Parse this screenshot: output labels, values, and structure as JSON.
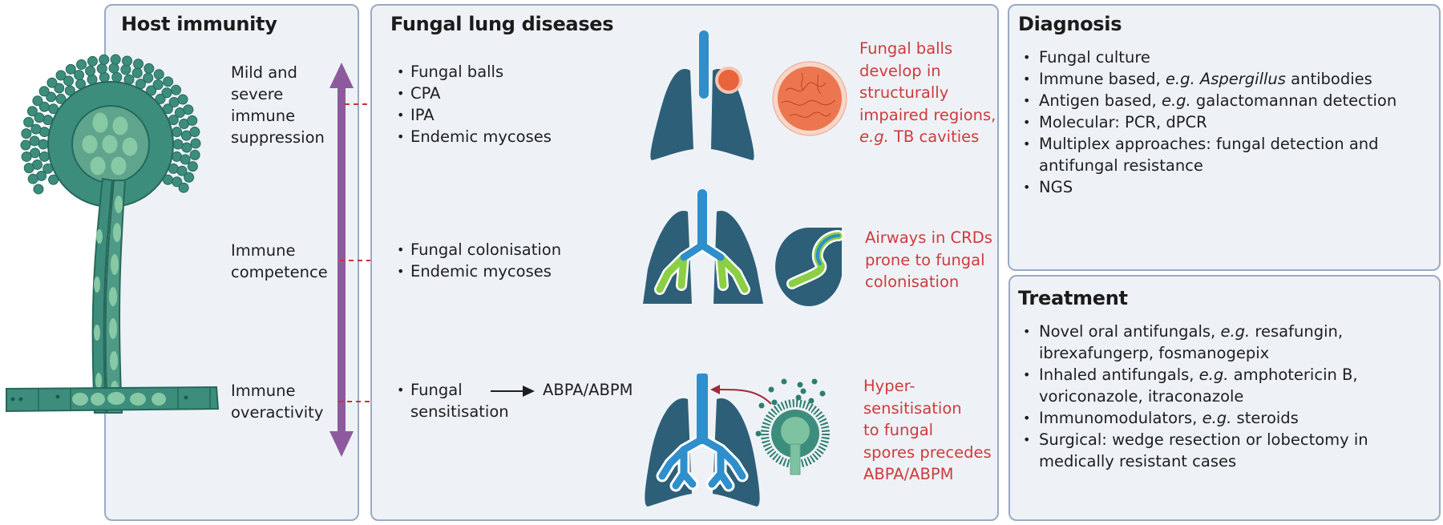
{
  "host_immunity": {
    "title": "Host immunity",
    "levels": [
      {
        "lines": [
          "Mild and",
          "severe",
          "immune",
          "suppression"
        ]
      },
      {
        "lines": [
          "Immune",
          "competence"
        ]
      },
      {
        "lines": [
          "Immune",
          "overactivity"
        ]
      }
    ]
  },
  "fungal_lung_diseases": {
    "title": "Fungal lung diseases",
    "groups": [
      {
        "items": [
          "Fungal balls",
          "CPA",
          "IPA",
          "Endemic mycoses"
        ],
        "caption": [
          "Fungal balls",
          "develop in",
          "structurally",
          "impaired regions,",
          "TB cavities"
        ],
        "caption_eg": "e.g."
      },
      {
        "items": [
          "Fungal colonisation",
          "Endemic mycoses"
        ],
        "caption": [
          "Airways in CRDs",
          "prone to fungal",
          "colonisation"
        ]
      },
      {
        "items": [
          "Fungal",
          "sensitisation"
        ],
        "arrow_target": "ABPA/ABPM",
        "caption": [
          "Hyper-",
          "sensitisation",
          "to fungal",
          "spores precedes",
          "ABPA/ABPM"
        ]
      }
    ]
  },
  "diagnosis": {
    "title": "Diagnosis",
    "items": [
      {
        "pre": "Fungal culture"
      },
      {
        "pre": "Immune based, ",
        "eg": "e.g.",
        "ital": "Aspergillus",
        "post": " antibodies"
      },
      {
        "pre": "Antigen based, ",
        "eg": "e.g.",
        "post": " galactomannan detection"
      },
      {
        "pre": "Molecular: PCR, dPCR"
      },
      {
        "pre": "Multiplex approaches: fungal detection and",
        "line2": "antifungal resistance"
      },
      {
        "pre": "NGS"
      }
    ]
  },
  "treatment": {
    "title": "Treatment",
    "items": [
      {
        "pre": "Novel oral antifungals, ",
        "eg": "e.g.",
        "post": " resafungin,",
        "line2": "ibrexafungerp, fosmanogepix"
      },
      {
        "pre": "Inhaled antifungals, ",
        "eg": "e.g.",
        "post": " amphotericin B,",
        "line2": "voriconazole, itraconazole"
      },
      {
        "pre": "Immunomodulators, ",
        "eg": "e.g.",
        "post": " steroids"
      },
      {
        "pre": "Surgical: wedge resection or lobectomy in",
        "line2": "medically resistant cases"
      }
    ]
  },
  "colors": {
    "panel_bg": "#eef2f7",
    "panel_border": "#9aaac3",
    "immune_arrow": "#8e5a9e",
    "dashed_arrow": "#cc3333",
    "caption_red": "#d03a3c",
    "lung": "#2d5f78",
    "airway": "#2f8fcc",
    "fungus": "#2e7e6f",
    "fungus_light": "#7ec3a1",
    "fungal_ball": "#e8643c"
  }
}
